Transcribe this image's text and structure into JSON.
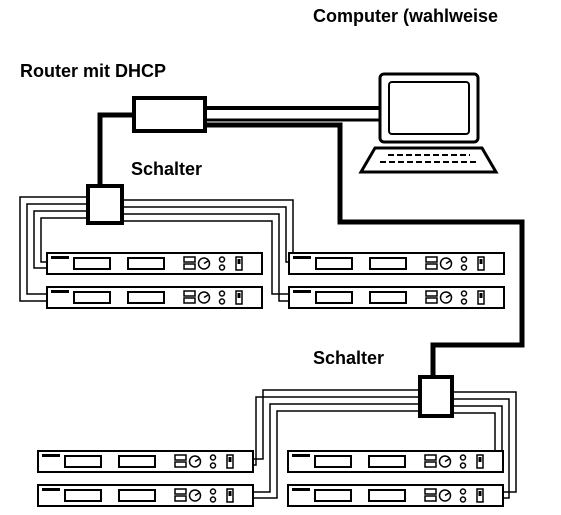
{
  "labels": {
    "computer": "Computer (wahlweise",
    "router": "Router mit DHCP",
    "switch_1": "Schalter",
    "switch_2": "Schalter"
  },
  "icons": {
    "computer": "laptop-icon",
    "router": "router-box-icon",
    "switch": "switch-box-icon",
    "receiver": "rack-receiver-icon"
  },
  "colors": {
    "line": "#000000",
    "background": "#ffffff"
  }
}
